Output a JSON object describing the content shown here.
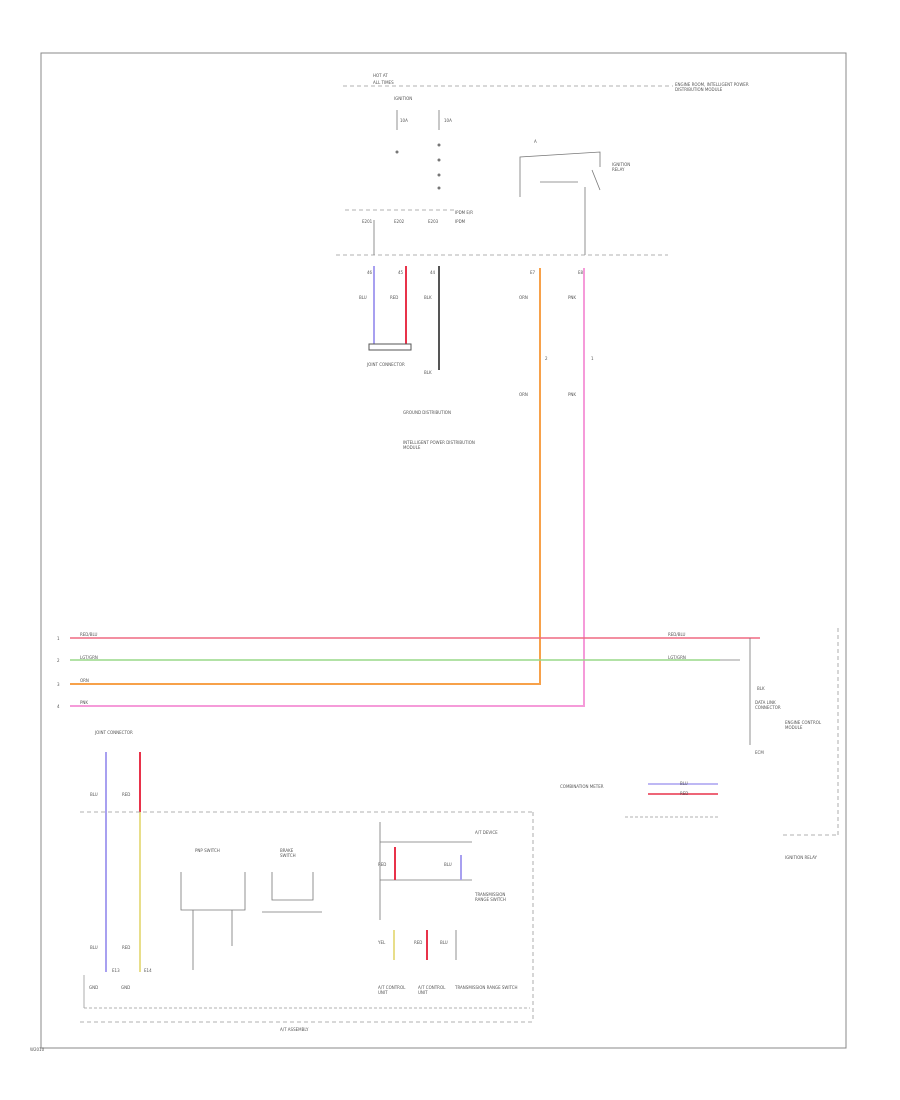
{
  "diagram": {
    "footer_code": "W2010",
    "top_fuse": {
      "header_line1": "HOT AT",
      "header_line2": "ALL TIMES",
      "ign_label": "IGNITION",
      "fuse_a": "10A",
      "fuse_b": "10A",
      "box_note": "IPDM E/R",
      "conn_a": "E201",
      "conn_b": "E202",
      "conn_c": "E203",
      "conn_note": "IPDM",
      "pin_a": "46",
      "pin_b": "45",
      "pin_c": "44",
      "wire_a": "BLU",
      "wire_b": "RED",
      "wire_c": "BLK",
      "ground_wire": "BLK",
      "lower_block": "INTELLIGENT POWER DISTRIBUTION MODULE"
    },
    "top_right_note": "ENGINE ROOM, INTELLIGENT POWER DISTRIBUTION MODULE",
    "relay": {
      "label": "IGNITION RELAY",
      "pin": "A"
    },
    "right_conn": {
      "pin_a": "E7",
      "pin_b": "E8",
      "wire_a": "ORN",
      "wire_b": "PNK",
      "lower_pin_a": "2",
      "lower_pin_b": "1",
      "lower_wire_a": "ORN",
      "lower_wire_b": "PNK"
    },
    "left_connector_label": "JOINT CONNECTOR",
    "ground_block": "GROUND DISTRIBUTION",
    "bus": {
      "row1_left": "RED/BLU",
      "row1_right": "RED/BLU",
      "row2_left": "LGT/GRN",
      "row2_right": "LGT/GRN",
      "row3_left": "ORN",
      "row4_left": "PNK",
      "idx1": "1",
      "idx2": "2",
      "idx3": "3",
      "idx4": "4"
    },
    "right_side": {
      "blk_label": "BLK",
      "block_label": "DATA LINK CONNECTOR",
      "sub_label": "ECM",
      "module_label": "ENGINE CONTROL MODULE",
      "bottom_label": "IGNITION RELAY",
      "conn_top": "BLU",
      "conn_bottom": "RED",
      "conn_note": "COMBINATION METER"
    },
    "lower_left": {
      "connector_title": "JOINT CONNECTOR",
      "wire_a": "BLU",
      "wire_b": "RED",
      "bottom_a": "BLU",
      "bottom_b": "RED",
      "pin_a": "E13",
      "pin_b": "E14",
      "ground_a": "GND",
      "ground_b": "GND"
    },
    "symbols": {
      "sw1_label": "PNP SWITCH",
      "sw2_label": "BRAKE SWITCH"
    },
    "module_box": {
      "top_label": "A/T DEVICE",
      "mid_label": "TRANSMISSION RANGE SWITCH",
      "wire_a": "RED",
      "wire_b": "BLU",
      "wire_c": "YEL",
      "wire_d": "RED",
      "wire_e": "BLU",
      "bottom1": "A/T CONTROL UNIT",
      "bottom2": "A/T CONTROL UNIT",
      "bottom3": "TRANSMISSION RANGE SWITCH"
    },
    "bottom_label": "A/T ASSEMBLY",
    "colors": {
      "red": "#e8324a",
      "pink_wire": "#f59bd9",
      "orange_wire": "#f7a14a",
      "green_wire": "#98d889",
      "blue_wire": "#a8a0f0",
      "yellow_wire": "#e8de8a",
      "red_wire": "#ef6a82",
      "lines": "#666666"
    }
  }
}
